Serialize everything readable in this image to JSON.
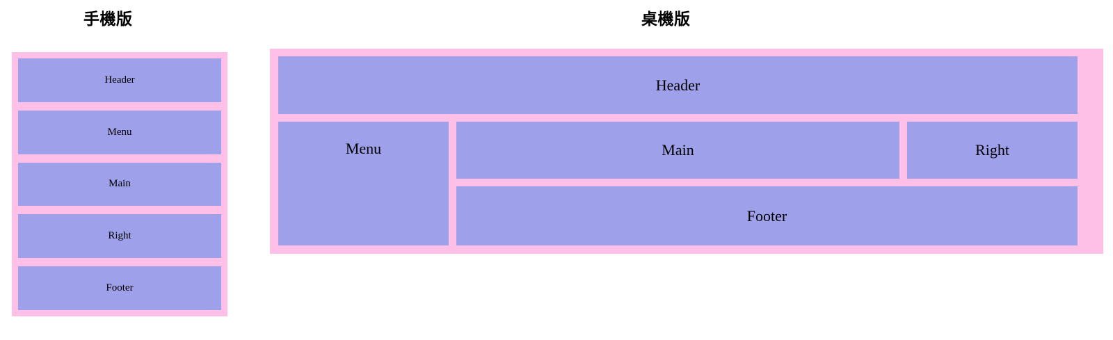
{
  "page": {
    "background_color": "#ffffff",
    "text_color": "#000000"
  },
  "palette": {
    "wrapper_pink": "#ffc0e8",
    "cell_purple": "#9fa0ea",
    "label_black": "#000000"
  },
  "mobile": {
    "title": "手機版",
    "title_meaning": "Mobile version",
    "layout": "single-column-stack",
    "regions": [
      {
        "key": "header",
        "label": "Header"
      },
      {
        "key": "menu",
        "label": "Menu"
      },
      {
        "key": "main",
        "label": "Main"
      },
      {
        "key": "right",
        "label": "Right"
      },
      {
        "key": "footer",
        "label": "Footer"
      }
    ]
  },
  "desktop": {
    "title": "桌機版",
    "title_meaning": "Desktop version",
    "layout": "css-grid-3-col-3-row",
    "regions": [
      {
        "key": "header",
        "label": "Header",
        "span": "columns 1-3, row 1"
      },
      {
        "key": "menu",
        "label": "Menu",
        "span": "column 1, rows 2-3"
      },
      {
        "key": "main",
        "label": "Main",
        "span": "column 2, row 2"
      },
      {
        "key": "right",
        "label": "Right",
        "span": "column 3, row 2"
      },
      {
        "key": "footer",
        "label": "Footer",
        "span": "columns 2-3, row 3"
      }
    ]
  }
}
